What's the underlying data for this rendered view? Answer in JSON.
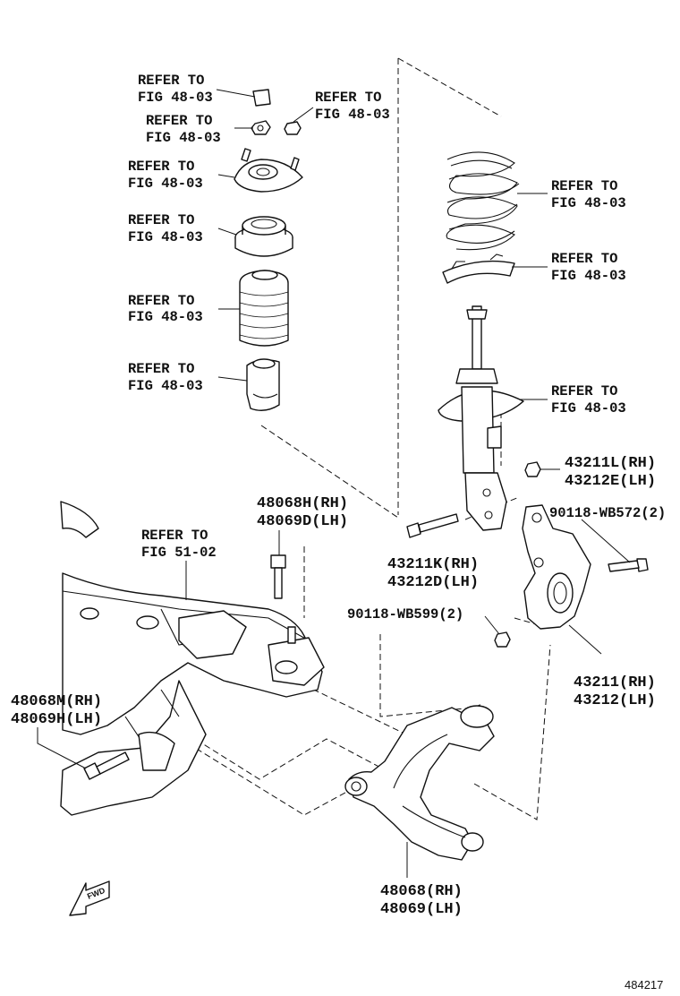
{
  "refs": {
    "cap": [
      "REFER TO",
      "FIG 48-03"
    ],
    "upper_nut": [
      "REFER TO",
      "FIG 48-03"
    ],
    "right_nut": [
      "REFER TO",
      "FIG 48-03"
    ],
    "mount": [
      "REFER TO",
      "FIG 48-03"
    ],
    "bearing": [
      "REFER TO",
      "FIG 48-03"
    ],
    "boot": [
      "REFER TO",
      "FIG 48-03"
    ],
    "bumper": [
      "REFER TO",
      "FIG 48-03"
    ],
    "spring": [
      "REFER TO",
      "FIG 48-03"
    ],
    "insulator": [
      "REFER TO",
      "FIG 48-03"
    ],
    "strut": [
      "REFER TO",
      "FIG 48-03"
    ],
    "crossmember": [
      "REFER TO",
      "FIG 51-02"
    ]
  },
  "parts": {
    "bolt_center": [
      "48068H(RH)",
      "48069D(LH)"
    ],
    "nut_knuckle": [
      "43211L(RH)",
      "43212E(LH)"
    ],
    "bolt_knuckle": "90118-WB572(2)",
    "bolt_strut": [
      "43211K(RH)",
      "43212D(LH)"
    ],
    "nut_lower": "90118-WB599(2)",
    "knuckle": [
      "43211(RH)",
      "43212(LH)"
    ],
    "bolt_left": [
      "48068M(RH)",
      "48069H(LH)"
    ],
    "arm": [
      "48068(RH)",
      "48069(LH)"
    ]
  },
  "fwd": "FWD",
  "doc_number": "484217"
}
